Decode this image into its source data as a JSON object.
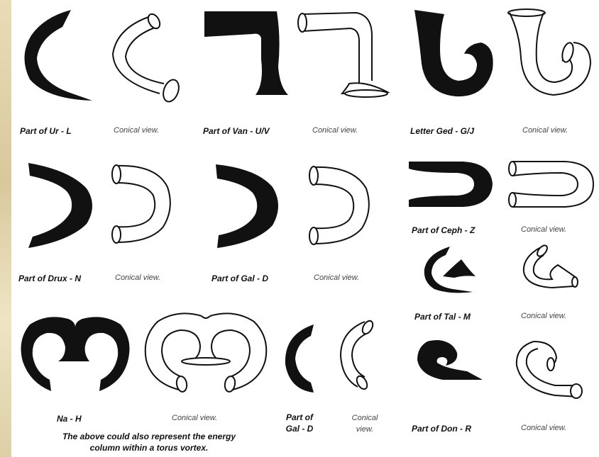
{
  "colors": {
    "ink": "#111111",
    "caption": "#444444",
    "margin_strip": "#e3d6ad"
  },
  "items": [
    {
      "label": "Part of Ur - L",
      "view": "Conical view."
    },
    {
      "label": "Part of Van - U/V",
      "view": "Conical view."
    },
    {
      "label": "Letter Ged - G/J",
      "view": "Conical view."
    },
    {
      "label": "Part of Drux - N",
      "view": "Conical view."
    },
    {
      "label": "Part of Gal - D",
      "view": "Conical view."
    },
    {
      "label": "Part of Ceph - Z",
      "view": "Conical view."
    },
    {
      "label": "Part of Tal - M",
      "view": "Conical view."
    },
    {
      "label": "Na - H",
      "view": "Conical view."
    },
    {
      "label_line1": "Part of",
      "label_line2": "Gal - D",
      "view_line1": "Conical",
      "view_line2": "view."
    },
    {
      "label": "Part of Don - R",
      "view": "Conical view."
    }
  ],
  "note": {
    "line1": "The above could  also represent the energy",
    "line2": "column within a torus vortex."
  }
}
